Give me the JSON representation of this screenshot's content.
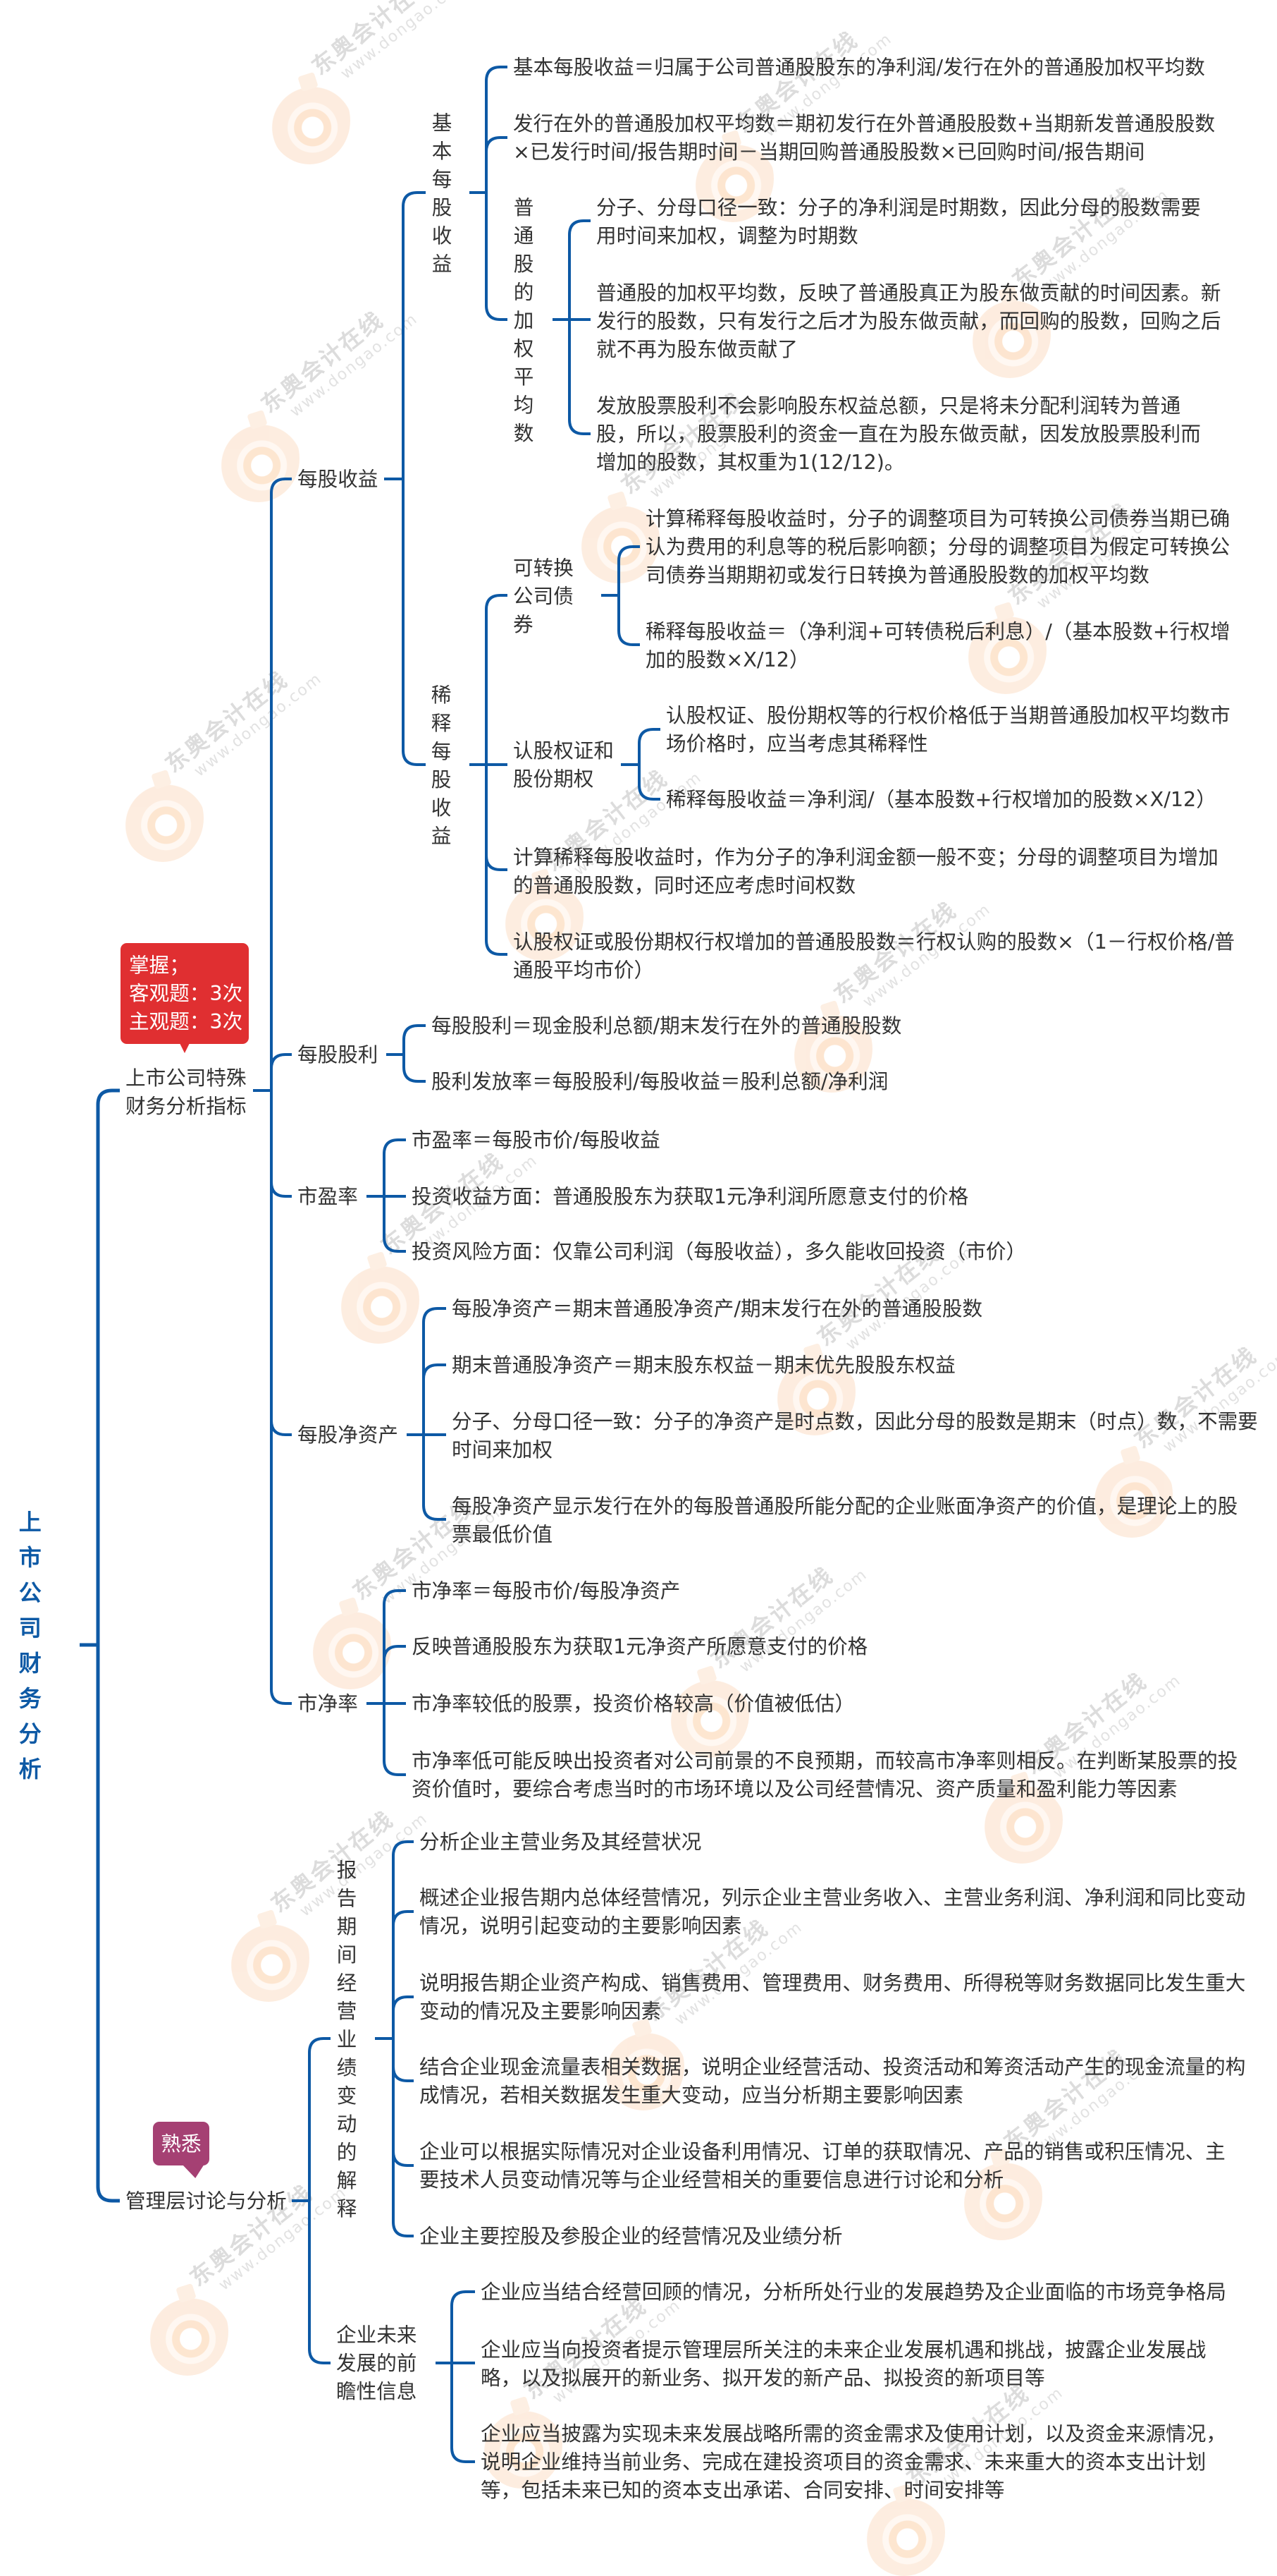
{
  "mindmap": {
    "root": {
      "label": "上市公司财务分析"
    },
    "branches": [
      {
        "label": "上市公司特殊财务分析指标",
        "tag": {
          "lines": [
            "掌握；",
            "客观题：3次",
            "主观题：3次"
          ],
          "color": "#e02f31"
        },
        "children": [
          {
            "label": "每股收益",
            "children": [
              {
                "label": "基本每股收益",
                "children": [
                  {
                    "text": "基本每股收益＝归属于公司普通股股东的净利润/发行在外的普通股加权平均数"
                  },
                  {
                    "text": "发行在外的普通股加权平均数＝期初发行在外普通股股数+当期新发普通股股数\n×已发行时间/报告期时间－当期回购普通股股数×已回购时间/报告期间"
                  },
                  {
                    "label": "普通股的加权平均数",
                    "children": [
                      {
                        "text": "分子、分母口径一致：分子的净利润是时期数，因此分母的股数需要\n用时间来加权，调整为时期数"
                      },
                      {
                        "text": "普通股的加权平均数，反映了普通股真正为股东做贡献的时间因素。新\n发行的股数，只有发行之后才为股东做贡献，而回购的股数，回购之后\n就不再为股东做贡献了"
                      },
                      {
                        "text": "发放股票股利不会影响股东权益总额，只是将未分配利润转为普通\n股，所以，股票股利的资金一直在为股东做贡献，因发放股票股利而\n增加的股数，其权重为1(12/12)。"
                      }
                    ]
                  }
                ]
              },
              {
                "label": "稀释每股收益",
                "children": [
                  {
                    "label": "可转换公司债券",
                    "children": [
                      {
                        "text": "计算稀释每股收益时，分子的调整项目为可转换公司债券当期已确\n认为费用的利息等的税后影响额；分母的调整项目为假定可转换公\n司债券当期期初或发行日转换为普通股股数的加权平均数"
                      },
                      {
                        "text": "稀释每股收益＝（净利润+可转债税后利息）/（基本股数+行权增\n加的股数×X/12）"
                      }
                    ]
                  },
                  {
                    "label": "认股权证和股份期权",
                    "children": [
                      {
                        "text": "认股权证、股份期权等的行权价格低于当期普通股加权平均数市\n场价格时，应当考虑其稀释性"
                      },
                      {
                        "text": "稀释每股收益＝净利润/（基本股数+行权增加的股数×X/12）"
                      }
                    ]
                  },
                  {
                    "text": "计算稀释每股收益时，作为分子的净利润金额一般不变；分母的调整项目为增加\n的普通股股数，同时还应考虑时间权数"
                  },
                  {
                    "text": "认股权证或股份期权行权增加的普通股股数＝行权认购的股数×（1－行权价格/普\n通股平均市价）"
                  }
                ]
              }
            ]
          },
          {
            "label": "每股股利",
            "children": [
              {
                "text": "每股股利＝现金股利总额/期末发行在外的普通股股数"
              },
              {
                "text": "股利发放率＝每股股利/每股收益＝股利总额/净利润"
              }
            ]
          },
          {
            "label": "市盈率",
            "children": [
              {
                "text": "市盈率＝每股市价/每股收益"
              },
              {
                "text": "投资收益方面：普通股股东为获取1元净利润所愿意支付的价格"
              },
              {
                "text": "投资风险方面：仅靠公司利润（每股收益），多久能收回投资（市价）"
              }
            ]
          },
          {
            "label": "每股净资产",
            "children": [
              {
                "text": "每股净资产＝期末普通股净资产/期末发行在外的普通股股数"
              },
              {
                "text": "期末普通股净资产＝期末股东权益－期末优先股股东权益"
              },
              {
                "text": "分子、分母口径一致：分子的净资产是时点数，因此分母的股数是期末（时点）数，不需要\n时间来加权"
              },
              {
                "text": "每股净资产显示发行在外的每股普通股所能分配的企业账面净资产的价值，是理论上的股\n票最低价值"
              }
            ]
          },
          {
            "label": "市净率",
            "children": [
              {
                "text": "市净率＝每股市价/每股净资产"
              },
              {
                "text": "反映普通股股东为获取1元净资产所愿意支付的价格"
              },
              {
                "text": "市净率较低的股票，投资价格较高（价值被低估）"
              },
              {
                "text": "市净率低可能反映出投资者对公司前景的不良预期，而较高市净率则相反。在判断某股票的投\n资价值时，要综合考虑当时的市场环境以及公司经营情况、资产质量和盈利能力等因素"
              }
            ]
          }
        ]
      },
      {
        "label": "管理层讨论与分析",
        "tag": {
          "lines": [
            "熟悉"
          ],
          "color": "#a54073"
        },
        "children": [
          {
            "label": "报告期间经营业绩变动的解释",
            "children": [
              {
                "text": "分析企业主营业务及其经营状况"
              },
              {
                "text": "概述企业报告期内总体经营情况，列示企业主营业务收入、主营业务利润、净利润和同比变动\n情况，说明引起变动的主要影响因素"
              },
              {
                "text": "说明报告期企业资产构成、销售费用、管理费用、财务费用、所得税等财务数据同比发生重大\n变动的情况及主要影响因素"
              },
              {
                "text": "结合企业现金流量表相关数据，说明企业经营活动、投资活动和筹资活动产生的现金流量的构\n成情况，若相关数据发生重大变动，应当分析期主要影响因素"
              },
              {
                "text": "企业可以根据实际情况对企业设备利用情况、订单的获取情况、产品的销售或积压情况、主\n要技术人员变动情况等与企业经营相关的重要信息进行讨论和分析"
              },
              {
                "text": "企业主要控股及参股企业的经营情况及业绩分析"
              }
            ]
          },
          {
            "label": "企业未来发展的前瞻性信息",
            "children": [
              {
                "text": "企业应当结合经营回顾的情况，分析所处行业的发展趋势及企业面临的市场竞争格局"
              },
              {
                "text": "企业应当向投资者提示管理层所关注的未来企业发展机遇和挑战，披露企业发展战\n略，以及拟展开的新业务、拟开发的新产品、拟投资的新项目等"
              },
              {
                "text": "企业应当披露为实现未来发展战略所需的资金需求及使用计划，以及资金来源情况，\n说明企业维持当前业务、完成在建投资项目的资金需求、未来重大的资本支出计划\n等，包括未来已知的资本支出承诺、合同安排、时间安排等"
              }
            ]
          }
        ]
      }
    ]
  },
  "watermark": {
    "brand": "东奥会计在线",
    "url": "www.dongao.com",
    "logo_color": "#fde3cb"
  },
  "colors": {
    "line": "#0d59a5",
    "root_text": "#0d59a5",
    "node_text": "#333333",
    "background": "#ffffff"
  }
}
